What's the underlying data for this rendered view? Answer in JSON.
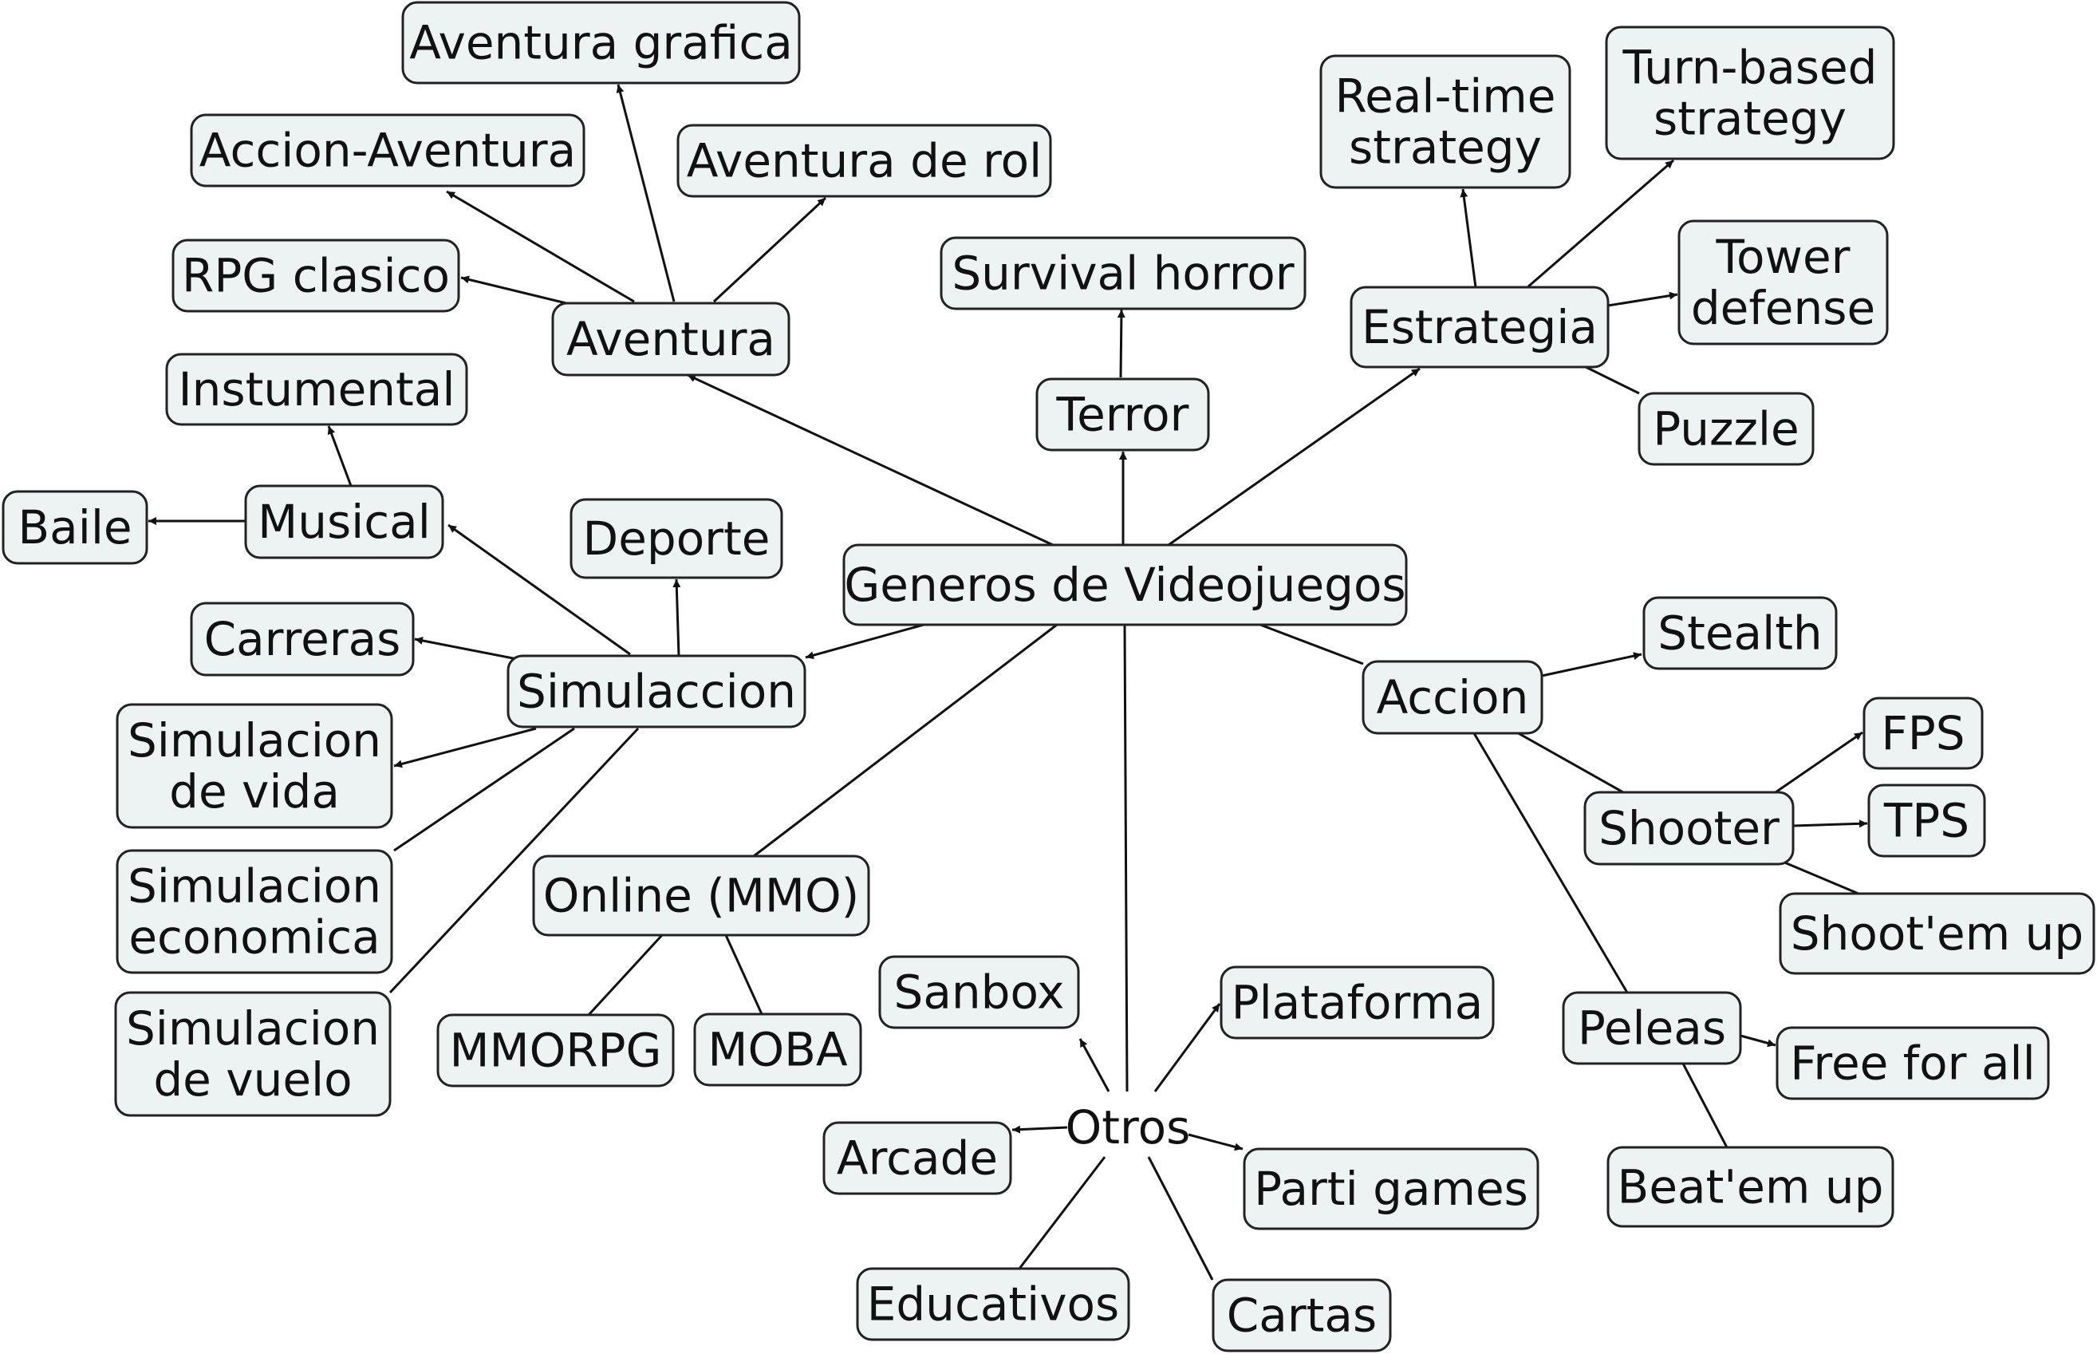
{
  "colors": {
    "node_fill": "#edf3f3",
    "border": "#222222",
    "line": "#111111",
    "background": "#ffffff"
  },
  "nodes": {
    "root": "Generos de Videojuegos",
    "aventura": "Aventura",
    "aventura_grafica": "Aventura grafica",
    "accion_aventura": "Accion-Aventura",
    "aventura_rol": "Aventura de rol",
    "rpg_clasico": "RPG clasico",
    "terror": "Terror",
    "survival_horror": "Survival horror",
    "estrategia": "Estrategia",
    "real_time": "Real-time\nstrategy",
    "turn_based": "Turn-based\nstrategy",
    "tower_defense": "Tower\ndefense",
    "puzzle": "Puzzle",
    "musical": "Musical",
    "instumental": "Instumental",
    "baile": "Baile",
    "deporte": "Deporte",
    "simulaccion": "Simulaccion",
    "carreras": "Carreras",
    "sim_vida": "Simulacion\nde vida",
    "sim_economica": "Simulacion\neconomica",
    "sim_vuelo": "Simulacion\nde vuelo",
    "online": "Online (MMO)",
    "mmorpg": "MMORPG",
    "moba": "MOBA",
    "accion": "Accion",
    "stealth": "Stealth",
    "shooter": "Shooter",
    "fps": "FPS",
    "tps": "TPS",
    "shootemup": "Shoot'em up",
    "peleas": "Peleas",
    "free_for_all": "Free for all",
    "beatemup": "Beat'em up",
    "otros": "Otros",
    "sanbox": "Sanbox",
    "plataforma": "Plataforma",
    "arcade": "Arcade",
    "parti_games": "Parti games",
    "educativos": "Educativos",
    "cartas": "Cartas"
  }
}
